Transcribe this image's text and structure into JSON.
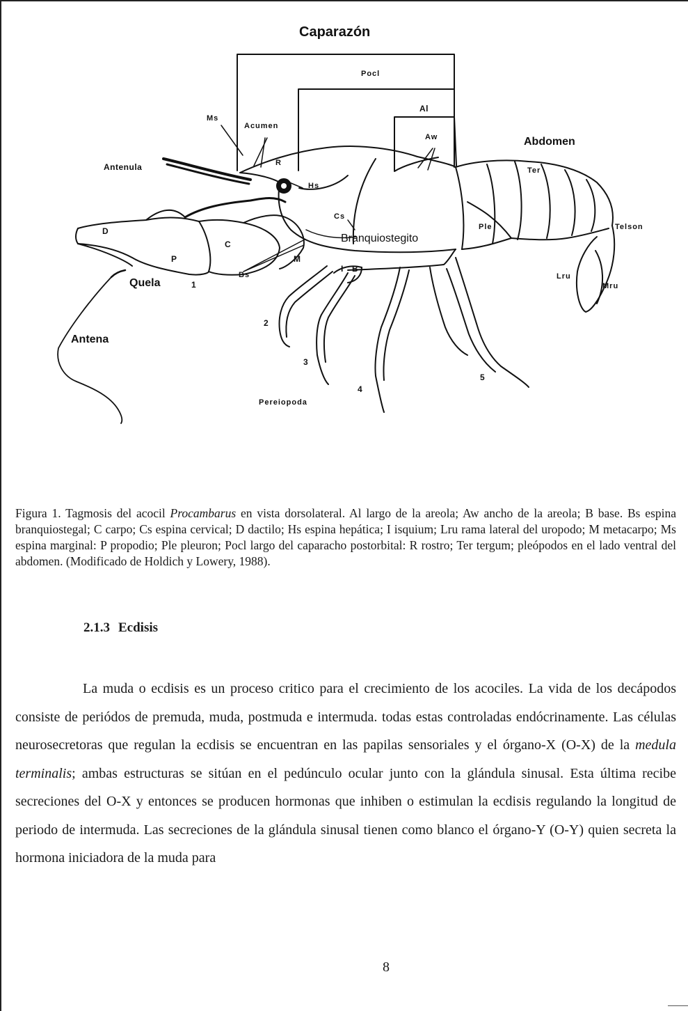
{
  "figure": {
    "labels": {
      "title": "Caparazón",
      "pocl": "Pocl",
      "al": "Al",
      "aw": "Aw",
      "ms": "Ms",
      "acumen": "Acumen",
      "r": "R",
      "hs": "Hs",
      "abdomen": "Abdomen",
      "ter": "Ter",
      "antenula": "Antenula",
      "d": "D",
      "p": "P",
      "c": "C",
      "cs": "Cs",
      "branquiostegito": "Branquiostegito",
      "ple": "Ple",
      "telson": "Telson",
      "bs": "Bs",
      "m": "M",
      "i": "I",
      "b": "B",
      "lru": "Lru",
      "mru": "Mru",
      "quela": "Quela",
      "n1": "1",
      "n2": "2",
      "n3": "3",
      "n4": "4",
      "n5": "5",
      "antena": "Antena",
      "pereiopoda": "Pereiopoda"
    }
  },
  "caption": {
    "prefix": "Figura 1. Tagmosis del acocil ",
    "genus": "Procambarus",
    "rest": " en vista dorsolateral. Al largo de la areola; Aw ancho de la areola; B base. Bs espina branquiostegal; C carpo; Cs espina cervical;  D dactilo; Hs espina hepática; I isquium;  Lru rama lateral del uropodo; M metacarpo; Ms espina marginal: P propodio; Ple pleuron; Pocl largo del caparacho postorbital: R rostro; Ter tergum; pleópodos en el lado ventral del abdomen. (Modificado de Holdich y Lowery, 1988)."
  },
  "section": {
    "number": "2.1.3",
    "title": "Ecdisis"
  },
  "body": {
    "part1": "La muda o ecdisis es un proceso critico para el crecimiento de los acociles. La vida de los decápodos consiste de periódos de premuda, muda, postmuda e intermuda. todas estas controladas endócrinamente. Las células neurosecretoras que regulan la ecdisis se encuentran en las papilas sensoriales y el órgano-X (O-X) de la ",
    "italic": "medula terminalis",
    "part2": "; ambas estructuras se sitúan en el pedúnculo ocular junto con la glándula sinusal. Esta última recibe secreciones del O-X y entonces se producen hormonas que inhiben o estimulan la ecdisis regulando la longitud de periodo de intermuda. Las secreciones de la glándula sinusal tienen como blanco el órgano-Y (O-Y) quien secreta la hormona iniciadora de la muda para"
  },
  "page_number": "8"
}
